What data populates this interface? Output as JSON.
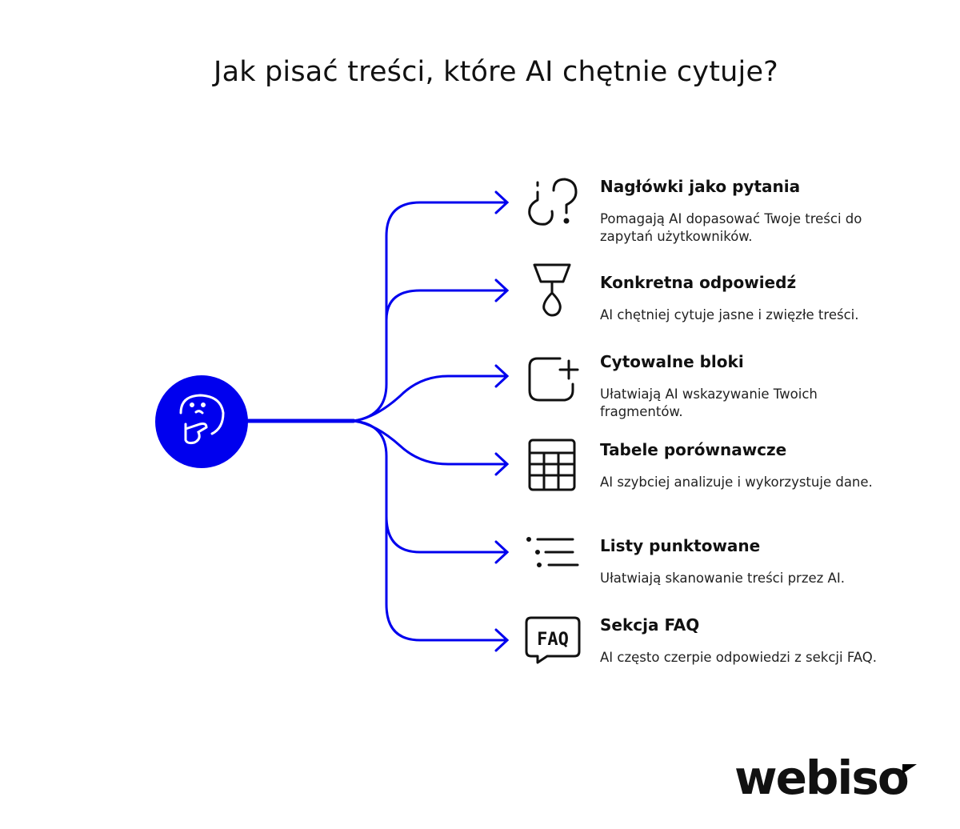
{
  "title": "Jak pisać treści, które AI chętnie cytuje?",
  "accent_color": "#0000EE",
  "center_icon": "thinking-face-icon",
  "items": [
    {
      "title": "Nagłówki jako pytania",
      "description": "Pomagają AI dopasować Twoje treści do zapytań użytkowników.",
      "icon": "question-marks-icon"
    },
    {
      "title": "Konkretna odpowiedź",
      "description": "AI chętniej cytuje jasne i zwięzłe treści.",
      "icon": "lamp-icon"
    },
    {
      "title": "Cytowalne bloki",
      "description": "Ułatwiają AI wskazywanie Twoich fragmentów.",
      "icon": "add-block-icon"
    },
    {
      "title": "Tabele porównawcze",
      "description": "AI szybciej analizuje i wykorzystuje dane.",
      "icon": "table-icon"
    },
    {
      "title": "Listy punktowane",
      "description": "Ułatwiają skanowanie treści przez AI.",
      "icon": "bullet-list-icon"
    },
    {
      "title": "Sekcja FAQ",
      "description": "AI często czerpie odpowiedzi z sekcji FAQ.",
      "icon": "faq-bubble-icon"
    }
  ],
  "logo": "webiso"
}
